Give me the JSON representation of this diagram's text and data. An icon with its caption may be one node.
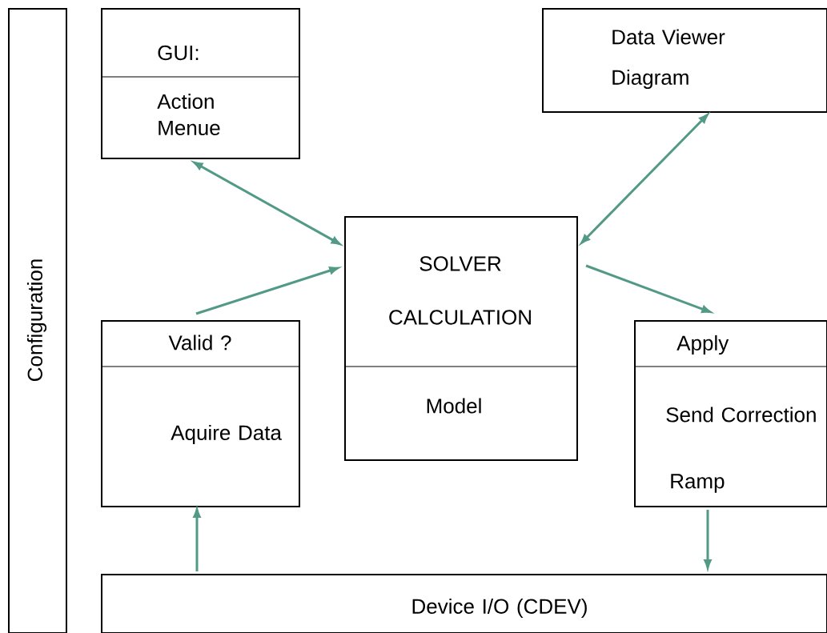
{
  "diagram": {
    "nodes": [
      {
        "text": [
          "Configuration"
        ]
      },
      {
        "text": [
          "GUI:",
          "Action Menue"
        ]
      },
      {
        "text": [
          "Data Viewer",
          "Diagram"
        ]
      },
      {
        "text": [
          "SOLVER CALCULATION",
          "Model"
        ]
      },
      {
        "text": [
          "Valid ?",
          "Aquire Data"
        ]
      },
      {
        "text": [
          "Apply",
          "Send Correction",
          "Ramp"
        ]
      },
      {
        "text": [
          "Device I/O (CDEV)"
        ]
      }
    ],
    "edges": [
      {
        "from": 1,
        "to": 3,
        "arrow": "both"
      },
      {
        "from": 2,
        "to": 3,
        "arrow": "both"
      },
      {
        "from": 4,
        "to": 3,
        "arrow": "to"
      },
      {
        "from": 3,
        "to": 5,
        "arrow": "to"
      },
      {
        "from": 6,
        "to": 4,
        "arrow": "to"
      },
      {
        "from": 5,
        "to": 6,
        "arrow": "to"
      }
    ]
  }
}
